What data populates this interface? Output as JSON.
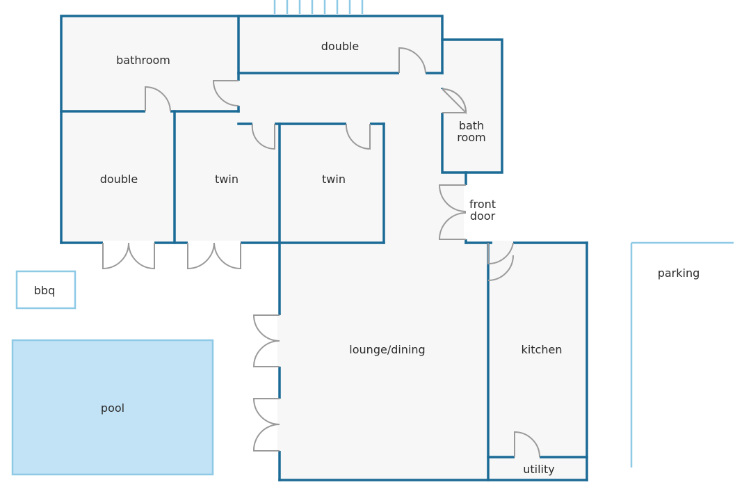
{
  "labels": {
    "bathroom_top": "bathroom",
    "double_top": "double",
    "bath_room_1": "bath",
    "bath_room_2": "room",
    "double_left": "double",
    "twin_mid": "twin",
    "twin_right": "twin",
    "front_door_1": "front",
    "front_door_2": "door",
    "parking": "parking",
    "bbq": "bbq",
    "lounge": "lounge/dining",
    "kitchen": "kitchen",
    "pool": "pool",
    "utility": "utility"
  },
  "colors": {
    "wall": "#1c6b96",
    "outline_light": "#8ec9e6",
    "pool_fill": "#c2e3f6",
    "room_fill": "#f7f7f8",
    "door": "#9a9a9a"
  }
}
